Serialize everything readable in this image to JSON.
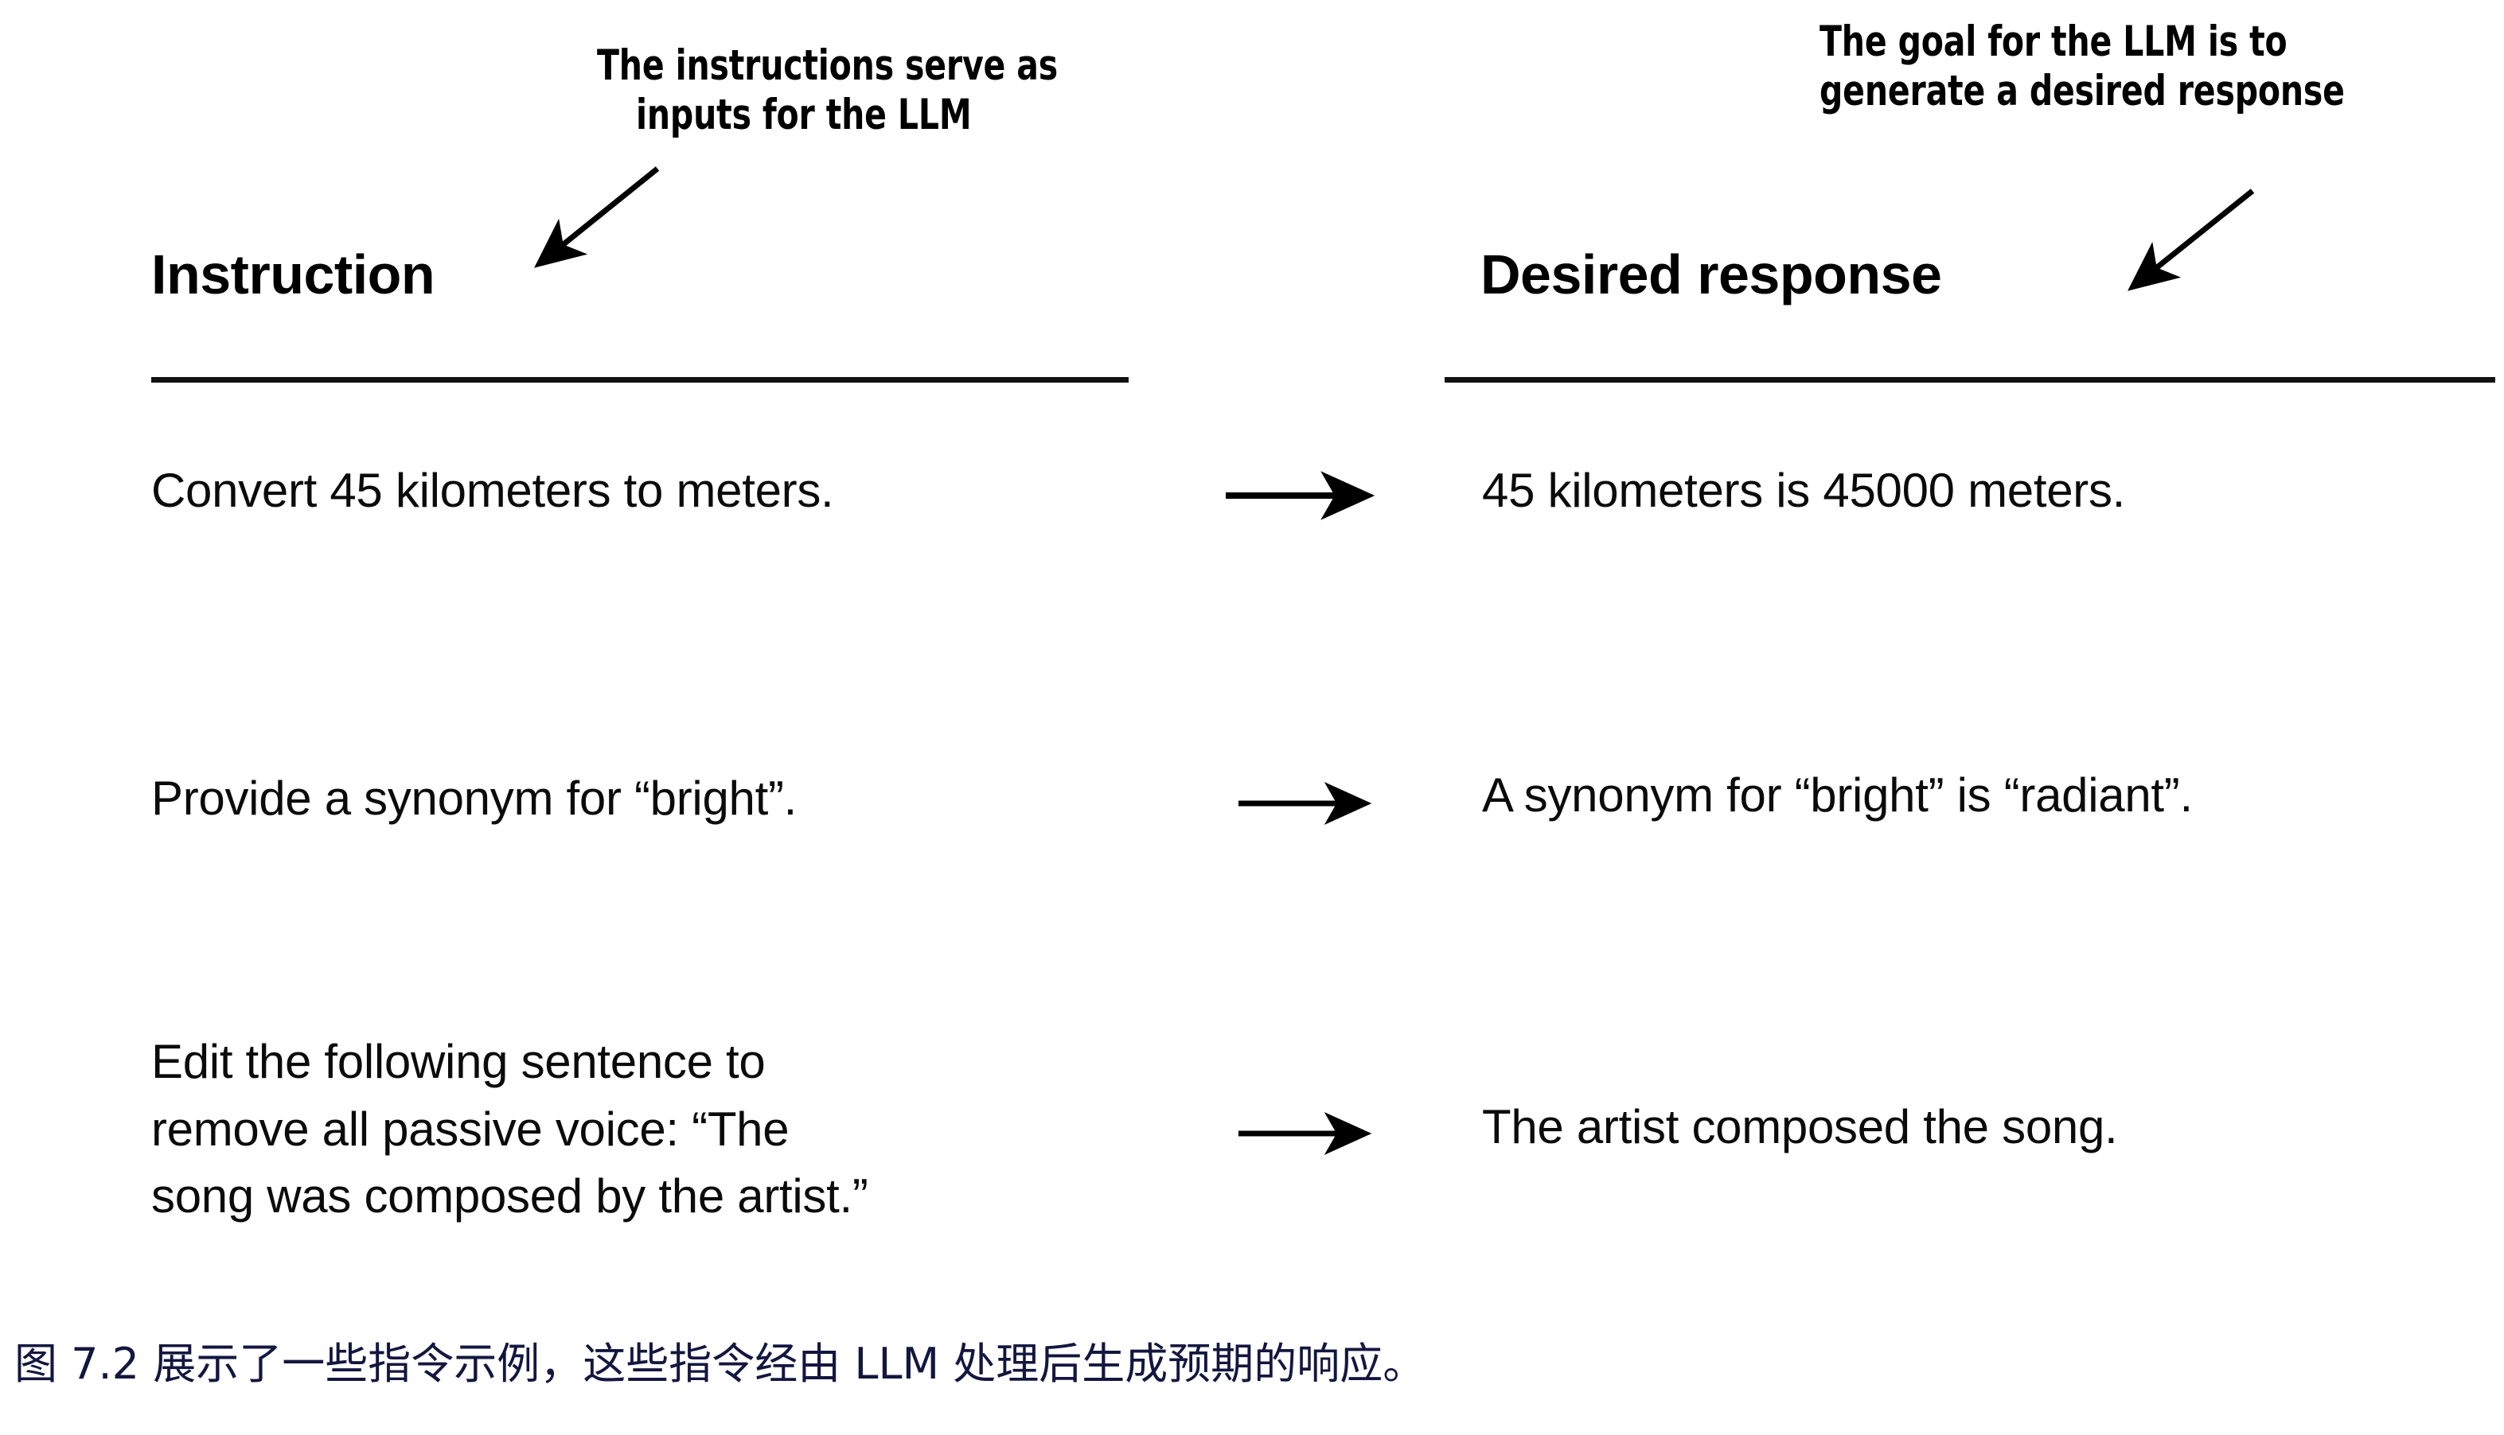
{
  "figure": {
    "callouts": [
      {
        "id": "instruction-callout",
        "line1": "The instructions serve as",
        "line2": "inputs for the LLM"
      },
      {
        "id": "response-callout",
        "line1": "The goal for the LLM is to",
        "line2": "generate a desired response"
      }
    ],
    "columns": {
      "left_header": "Instruction",
      "right_header": "Desired response"
    },
    "rows": [
      {
        "instruction": "Convert 45 kilometers to meters.",
        "response": "45 kilometers is 45000 meters.",
        "arrow": "right-arrow-icon"
      },
      {
        "instruction": "Provide a synonym for “bright”.",
        "response": "A synonym for “bright” is “radiant”.",
        "arrow": "right-arrow-icon"
      },
      {
        "instruction": "Edit the following sentence to\nremove all passive voice: “The\nsong was composed by the artist.”",
        "response": "The artist composed the song.",
        "arrow": "right-arrow-icon"
      }
    ],
    "caption": "图 7.2 展示了一些指令示例，这些指令经由 LLM 处理后生成预期的响应。",
    "colors": {
      "text": "#0b0b0b",
      "rule": "#111111",
      "caption": "#13173f",
      "background": "#ffffff"
    }
  }
}
